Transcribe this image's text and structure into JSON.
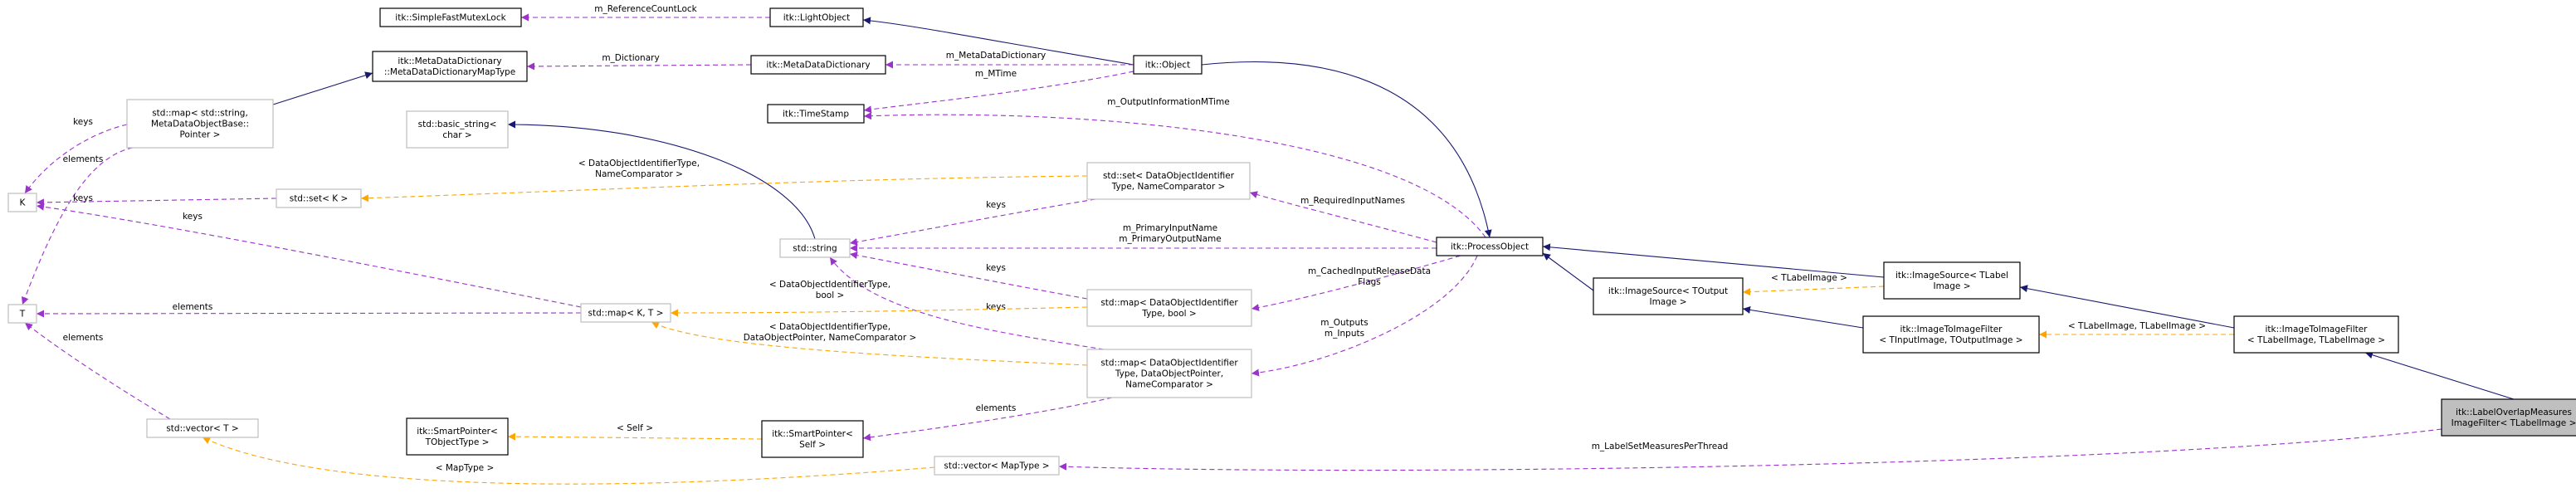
{
  "nodes": {
    "simple_fast_mutex_lock": [
      "itk::SimpleFastMutexLock"
    ],
    "light_object": [
      "itk::LightObject"
    ],
    "meta_data_dictionary_map_type": [
      "itk::MetaDataDictionary",
      "::MetaDataDictionaryMapType"
    ],
    "meta_data_dictionary": [
      "itk::MetaDataDictionary"
    ],
    "object": [
      "itk::Object"
    ],
    "std_map_string": [
      "std::map< std::string,",
      "MetaDataObjectBase::",
      "Pointer >"
    ],
    "basic_string": [
      "std::basic_string<",
      "char >"
    ],
    "time_stamp": [
      "itk::TimeStamp"
    ],
    "k": [
      "K"
    ],
    "set_k": [
      "std::set< K >"
    ],
    "set_doi": [
      "std::set< DataObjectIdentifier",
      "Type, NameComparator >"
    ],
    "std_string": [
      "std::string"
    ],
    "process_object": [
      "itk::ProcessObject"
    ],
    "t": [
      "T"
    ],
    "map_k_t": [
      "std::map< K, T >"
    ],
    "map_doi_bool": [
      "std::map< DataObjectIdentifier",
      "Type, bool >"
    ],
    "image_source_toutput": [
      "itk::ImageSource< TOutput",
      "Image >"
    ],
    "image_source_tlabel": [
      "itk::ImageSource< TLabel",
      "Image >"
    ],
    "image_to_image_filter_tinput": [
      "itk::ImageToImageFilter",
      "< TInputImage, TOutputImage >"
    ],
    "image_to_image_filter_tlabel": [
      "itk::ImageToImageFilter",
      "< TLabelImage, TLabelImage >"
    ],
    "smart_pointer_tobject": [
      "itk::SmartPointer<",
      "TObjectType >"
    ],
    "smart_pointer_self": [
      "itk::SmartPointer<",
      "Self >"
    ],
    "map_doi_pointer": [
      "std::map< DataObjectIdentifier",
      "Type, DataObjectPointer,",
      "NameComparator >"
    ],
    "vector_t": [
      "std::vector< T >"
    ],
    "vector_maptype": [
      "std::vector< MapType >"
    ],
    "label_overlap": [
      "itk::LabelOverlapMeasures",
      "ImageFilter< TLabelImage >"
    ]
  },
  "edges": {
    "m_reference_count_lock": [
      "m_ReferenceCountLock"
    ],
    "m_dictionary": [
      "m_Dictionary"
    ],
    "m_meta_data_dictionary": [
      "m_MetaDataDictionary"
    ],
    "m_mtime": [
      "m_MTime"
    ],
    "m_output_information_mtime": [
      "m_OutputInformationMTime"
    ],
    "keys_map_string": [
      "keys"
    ],
    "elements_map_string": [
      "elements"
    ],
    "keys_set_k": [
      "keys"
    ],
    "keys_map_k_t": [
      "keys"
    ],
    "elements_map_k_t": [
      "elements"
    ],
    "elements_vector_t": [
      "elements"
    ],
    "set_k_template": [
      "< DataObjectIdentifierType,",
      "NameComparator >"
    ],
    "keys_set_doi": [
      "keys"
    ],
    "m_required_input_names": [
      "m_RequiredInputNames"
    ],
    "m_primary_names": [
      "m_PrimaryInputName",
      "m_PrimaryOutputName"
    ],
    "keys_map_doi_bool": [
      "keys"
    ],
    "keys_map_doi_pointer": [
      "keys"
    ],
    "map_k_t_template_bool": [
      "< DataObjectIdentifierType,",
      "bool >"
    ],
    "map_k_t_template_pointer": [
      "< DataObjectIdentifierType,",
      "DataObjectPointer, NameComparator >"
    ],
    "m_cached_input_release": [
      "m_CachedInputReleaseData",
      "Flags"
    ],
    "m_outputs_inputs": [
      "m_Outputs",
      "m_Inputs"
    ],
    "elements_smart_pointer": [
      "elements"
    ],
    "self_template": [
      "< Self >"
    ],
    "tlabel_image_template": [
      "< TLabelImage >"
    ],
    "tlabel_tlabel_template": [
      "< TLabelImage, TLabelImage >"
    ],
    "maptype_template": [
      "< MapType >"
    ],
    "m_label_set_measures": [
      "m_LabelSetMeasuresPerThread"
    ]
  }
}
